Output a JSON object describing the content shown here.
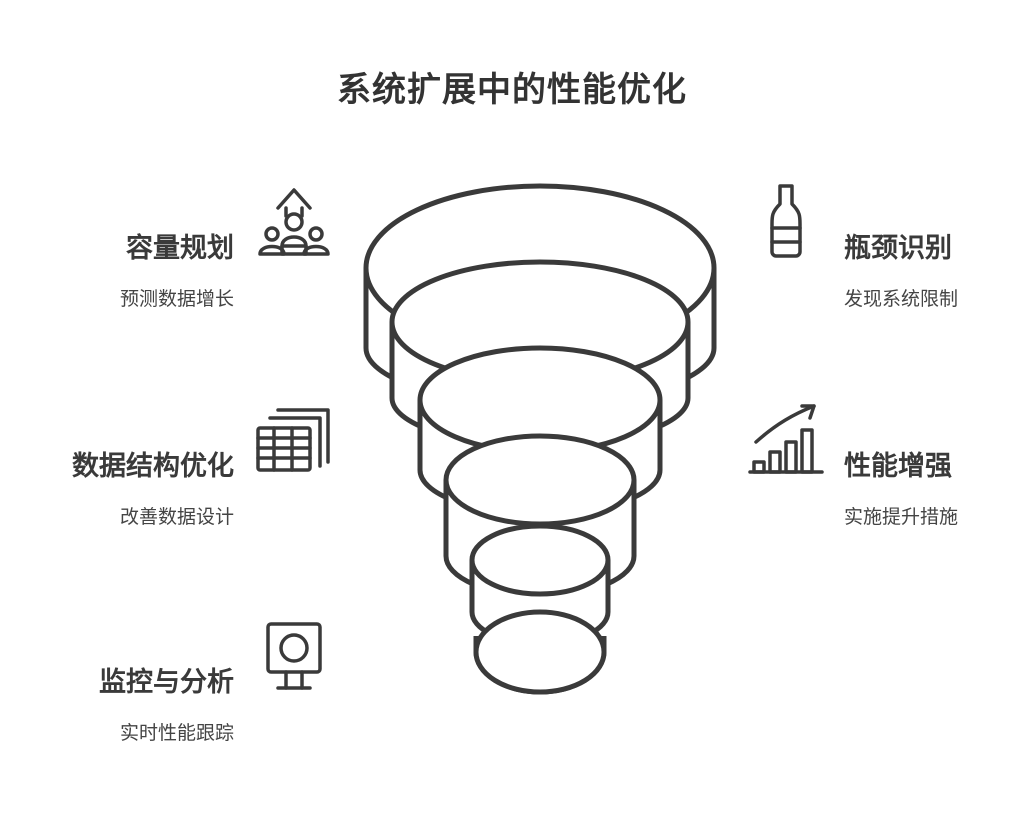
{
  "title": "系统扩展中的性能优化",
  "left_items": [
    {
      "label": "容量规划",
      "desc": "预测数据增长",
      "icon": "people-growth-icon"
    },
    {
      "label": "数据结构优化",
      "desc": "改善数据设计",
      "icon": "table-stack-icon"
    },
    {
      "label": "监控与分析",
      "desc": "实时性能跟踪",
      "icon": "monitor-icon"
    }
  ],
  "right_items": [
    {
      "label": "瓶颈识别",
      "desc": "发现系统限制",
      "icon": "bottle-icon"
    },
    {
      "label": "性能增强",
      "desc": "实施提升措施",
      "icon": "growth-chart-icon"
    }
  ],
  "colors": {
    "stroke": "#3a3a3a",
    "text": "#3a3a3a",
    "background": "#ffffff"
  }
}
